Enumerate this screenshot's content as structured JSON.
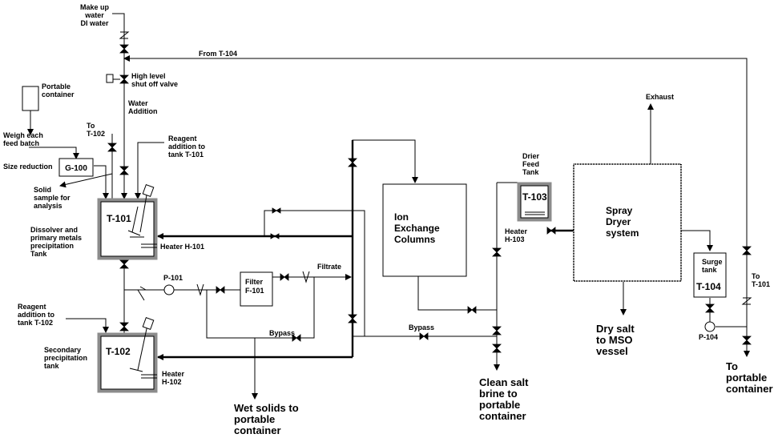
{
  "labels": {
    "makeup": [
      "Make up",
      "water",
      "DI water"
    ],
    "from_t104": "From T-104",
    "high_level": [
      "High level",
      "shut off valve"
    ],
    "water_addition": [
      "Water",
      "Addition"
    ],
    "portable_container": [
      "Portable",
      "container"
    ],
    "weigh": [
      "Weigh each",
      "feed batch"
    ],
    "to_t102": [
      "To",
      "T-102"
    ],
    "reagent_t101": [
      "Reagent",
      "addition to",
      "tank T-101"
    ],
    "size_reduction": "Size reduction",
    "g100": "G-100",
    "solid_sample": [
      "Solid",
      "sample for",
      "analysis"
    ],
    "t101": "T-101",
    "dissolve": [
      "Dissolver and",
      "primary  metals",
      "precipitation",
      "Tank"
    ],
    "heater_h101": "Heater H-101",
    "p101": "P-101",
    "filter": [
      "Filter",
      "F-101"
    ],
    "filtrate": "Filtrate",
    "bypass1": "Bypass",
    "bypass2": "Bypass",
    "reagent_t102": [
      "Reagent",
      "addition to",
      "tank T-102"
    ],
    "secondary": [
      "Secondary",
      "precipitation",
      "tank"
    ],
    "t102": "T-102",
    "heater_h102": [
      "Heater",
      "H-102"
    ],
    "wet_solids": [
      "Wet solids to",
      "portable",
      "container"
    ],
    "ion_exchange": [
      "Ion",
      "Exchange",
      "Columns"
    ],
    "drier_feed": [
      "Drier",
      "Feed",
      "Tank"
    ],
    "t103": "T-103",
    "heater_h103": [
      "Heater",
      "H-103"
    ],
    "clean_salt": [
      "Clean salt",
      "brine to",
      "portable",
      "container"
    ],
    "spray_dryer": [
      "Spray",
      "Dryer",
      "system"
    ],
    "exhaust": "Exhaust",
    "dry_salt": [
      "Dry salt",
      "to MSO",
      "vessel"
    ],
    "surge": [
      "Surge",
      "tank"
    ],
    "t104": "T-104",
    "p104": "P-104",
    "to_t101": [
      "To",
      "T-101"
    ],
    "to_portable": [
      "To",
      "portable",
      "container"
    ]
  }
}
